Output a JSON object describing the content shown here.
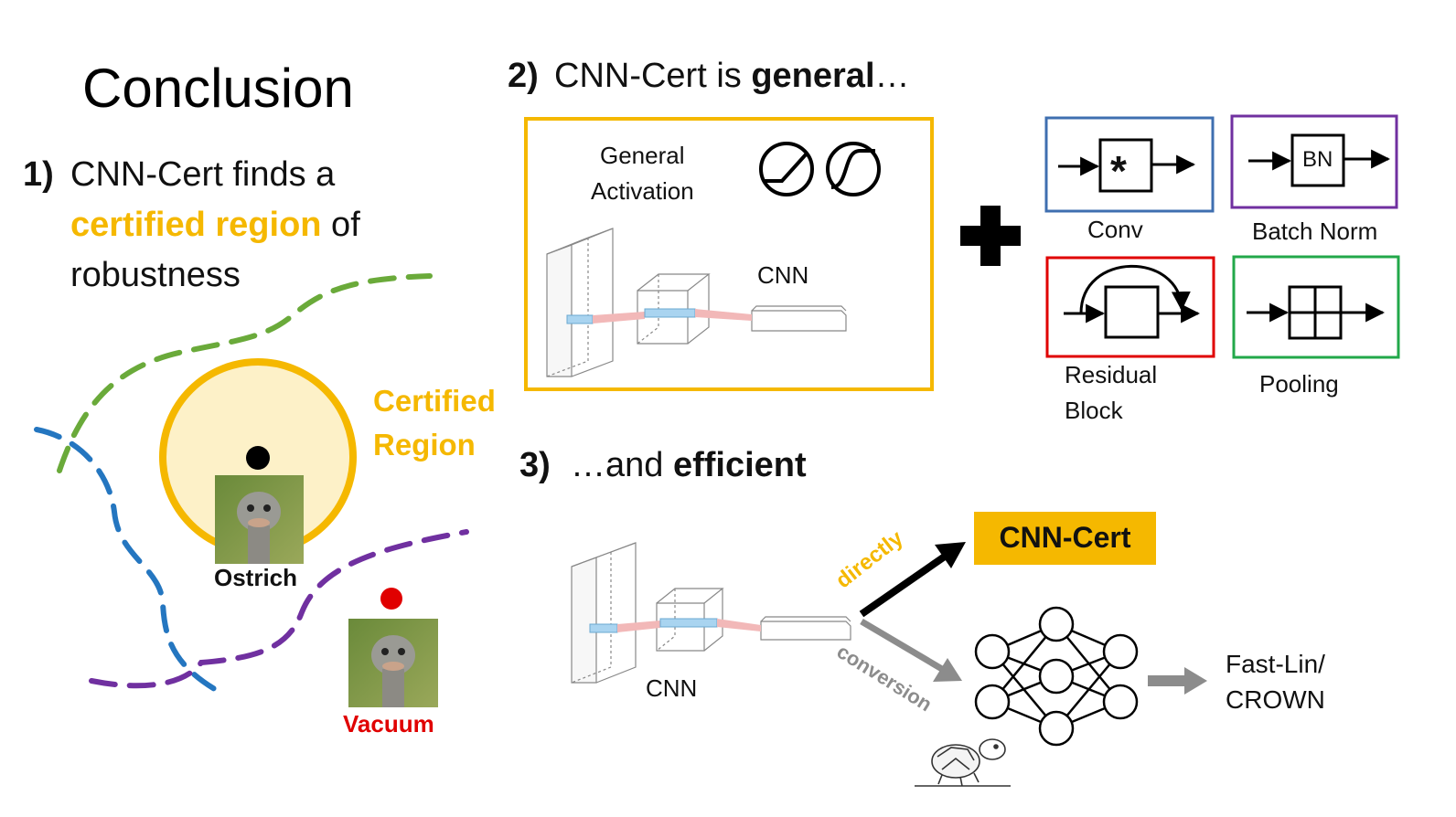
{
  "title": "Conclusion",
  "point1": {
    "num": "1)",
    "line1": "CNN-Cert finds a",
    "highlight": "certified region",
    "line2_rest": " of",
    "line3": "robustness"
  },
  "region": {
    "certified_line1": "Certified",
    "certified_line2": "Region",
    "ostrich_label": "Ostrich",
    "vacuum_label": "Vacuum"
  },
  "point2": {
    "num": "2)",
    "text_pre": "CNN-Cert is ",
    "text_bold": "general",
    "text_post": "…",
    "activation_line1": "General",
    "activation_line2": "Activation",
    "cnn_label": "CNN",
    "blocks": {
      "conv": "Conv",
      "conv_symbol": "*",
      "batchnorm": "Batch Norm",
      "bn_symbol": "BN",
      "residual_line1": "Residual",
      "residual_line2": "Block",
      "pooling": "Pooling"
    }
  },
  "point3": {
    "num": "3)",
    "text_pre": "…and ",
    "text_bold": "efficient",
    "cnn_label": "CNN",
    "directly": "directly",
    "conversion": "conversion",
    "cnncert_box": "CNN-Cert",
    "fastlin_line1": "Fast-Lin/",
    "fastlin_line2": "CROWN"
  },
  "colors": {
    "gold": "#f5b800",
    "region_fill": "#fdf1c8",
    "green_boundary": "#6aaa3a",
    "blue_boundary": "#2476c0",
    "purple_boundary": "#7030a0",
    "conv_box": "#3f6fb0",
    "bn_box": "#7030a0",
    "residual_box": "#e00000",
    "pooling_box": "#22a84a",
    "gray_arrow": "#8c8c8c",
    "vacuum_red": "#e00000"
  },
  "icons": [
    "relu-activation-icon",
    "sigmoid-activation-icon",
    "plus-icon",
    "turtle-icon",
    "ostrich-photo"
  ]
}
